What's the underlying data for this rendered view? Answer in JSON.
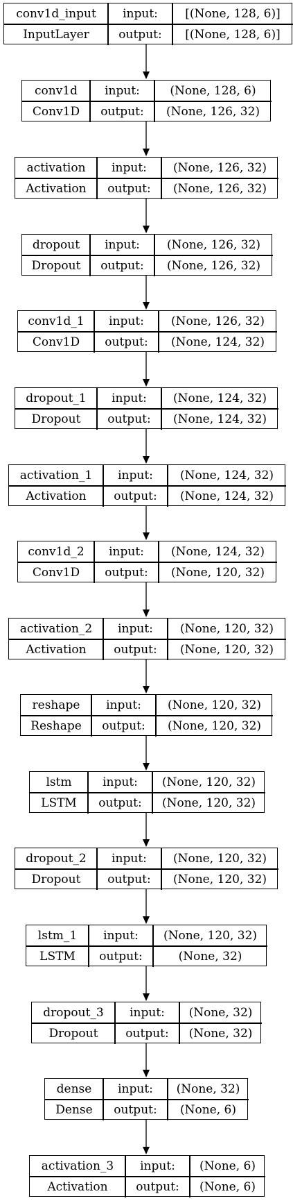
{
  "labels": {
    "input": "input:",
    "output": "output:"
  },
  "layers": [
    {
      "name": "conv1d_input",
      "type": "InputLayer",
      "input": "[(None, 128, 6)]",
      "output": "[(None, 128, 6)]"
    },
    {
      "name": "conv1d",
      "type": "Conv1D",
      "input": "(None, 128, 6)",
      "output": "(None, 126, 32)"
    },
    {
      "name": "activation",
      "type": "Activation",
      "input": "(None, 126, 32)",
      "output": "(None, 126, 32)"
    },
    {
      "name": "dropout",
      "type": "Dropout",
      "input": "(None, 126, 32)",
      "output": "(None, 126, 32)"
    },
    {
      "name": "conv1d_1",
      "type": "Conv1D",
      "input": "(None, 126, 32)",
      "output": "(None, 124, 32)"
    },
    {
      "name": "dropout_1",
      "type": "Dropout",
      "input": "(None, 124, 32)",
      "output": "(None, 124, 32)"
    },
    {
      "name": "activation_1",
      "type": "Activation",
      "input": "(None, 124, 32)",
      "output": "(None, 124, 32)"
    },
    {
      "name": "conv1d_2",
      "type": "Conv1D",
      "input": "(None, 124, 32)",
      "output": "(None, 120, 32)"
    },
    {
      "name": "activation_2",
      "type": "Activation",
      "input": "(None, 120, 32)",
      "output": "(None, 120, 32)"
    },
    {
      "name": "reshape",
      "type": "Reshape",
      "input": "(None, 120, 32)",
      "output": "(None, 120, 32)"
    },
    {
      "name": "lstm",
      "type": "LSTM",
      "input": "(None, 120, 32)",
      "output": "(None, 120, 32)"
    },
    {
      "name": "dropout_2",
      "type": "Dropout",
      "input": "(None, 120, 32)",
      "output": "(None, 120, 32)"
    },
    {
      "name": "lstm_1",
      "type": "LSTM",
      "input": "(None, 120, 32)",
      "output": "(None, 32)"
    },
    {
      "name": "dropout_3",
      "type": "Dropout",
      "input": "(None, 32)",
      "output": "(None, 32)"
    },
    {
      "name": "dense",
      "type": "Dense",
      "input": "(None, 32)",
      "output": "(None, 6)"
    },
    {
      "name": "activation_3",
      "type": "Activation",
      "input": "(None, 6)",
      "output": "(None, 6)"
    }
  ]
}
